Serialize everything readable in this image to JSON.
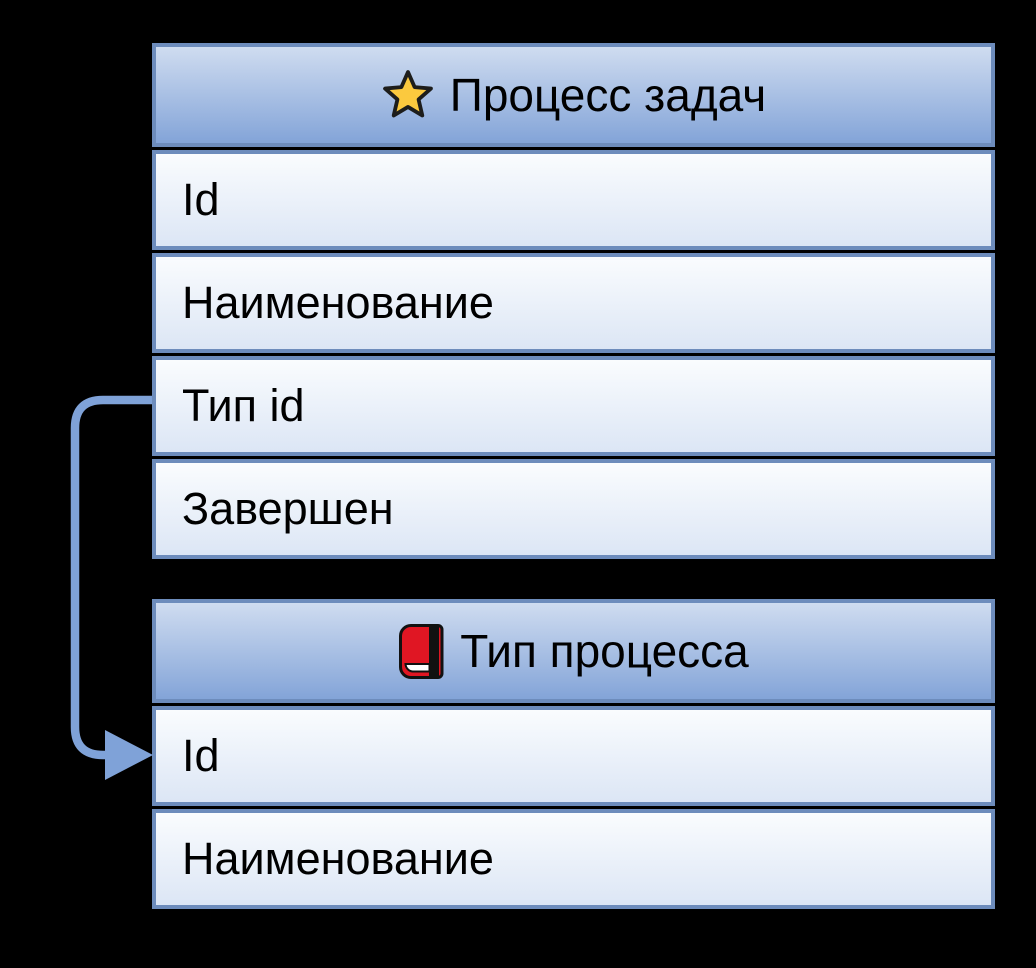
{
  "diagram": {
    "type": "entity-relationship",
    "background": "black"
  },
  "colors": {
    "bg": "#000000",
    "border": "#6d8cbc",
    "header-top": "#cfdcf0",
    "header-bottom": "#83a4d8",
    "row-top": "#fafcfe",
    "row-bottom": "#dce6f5",
    "connector": "#7fa2d8",
    "star": "#fbc93e",
    "star-outline": "#1d1d1b",
    "book-red": "#e01623",
    "book-outline": "#111111",
    "text": "#000000"
  },
  "entities": [
    {
      "id": "process-tasks",
      "title": "Процесс задач",
      "icon": "star-icon",
      "rows": [
        "Id",
        "Наименование",
        "Тип id",
        "Завершен"
      ]
    },
    {
      "id": "process-type",
      "title": "Тип процесса",
      "icon": "book-icon",
      "rows": [
        "Id",
        "Наименование"
      ]
    }
  ],
  "connector": {
    "from_entity": "Процесс задач",
    "from_row": "Тип id",
    "to_entity": "Тип процесса",
    "to_row": "Id",
    "style": "rounded-elbow-left",
    "arrowhead": "solid-triangle-right"
  }
}
